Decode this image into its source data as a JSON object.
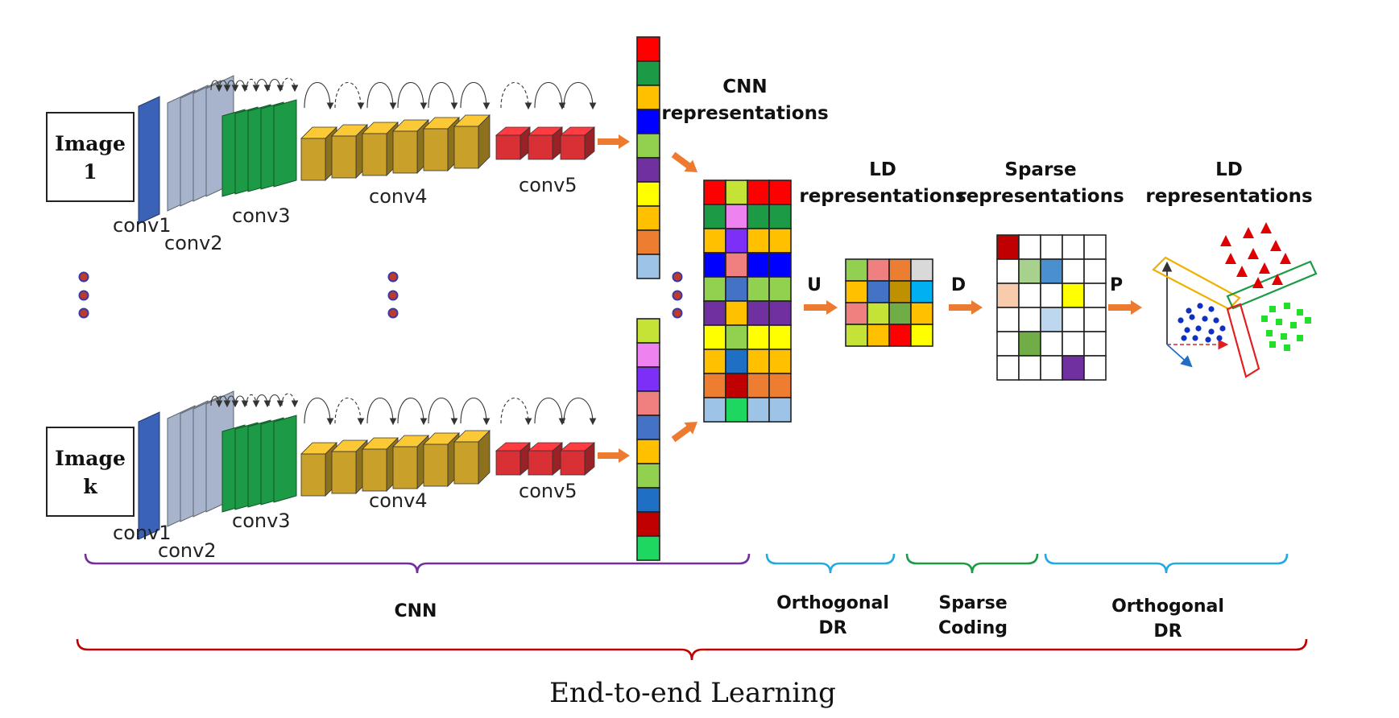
{
  "images": [
    {
      "line1": "Image",
      "line2": "1"
    },
    {
      "line1": "Image",
      "line2": "k"
    }
  ],
  "conv_labels": [
    "conv1",
    "conv2",
    "conv3",
    "conv4",
    "conv5"
  ],
  "cnn_repr": {
    "line1": "CNN",
    "line2": "representations"
  },
  "ld_repr_1": {
    "line1": "LD",
    "line2": "representations"
  },
  "sparse_repr": {
    "line1": "Sparse",
    "line2": "representations"
  },
  "ld_repr_2": {
    "line1": "LD",
    "line2": "representations"
  },
  "ops": {
    "u": "U",
    "d": "D",
    "p": "P"
  },
  "brackets": {
    "cnn": "CNN",
    "orth1": {
      "line1": "Orthogonal",
      "line2": "DR"
    },
    "sparse": {
      "line1": "Sparse",
      "line2": "Coding"
    },
    "orth2": {
      "line1": "Orthogonal",
      "line2": "DR"
    },
    "end_to_end": "End-to-end Learning"
  },
  "colors": {
    "conv1": "#3a63b8",
    "conv2": "#a8b4cc",
    "conv3": "#1d9a45",
    "conv4": "#c9a12a",
    "conv5": "#d93035",
    "arrow": "#ec7a30",
    "bracket_cnn": "#7030a0",
    "bracket_orth": "#26a8e0",
    "bracket_sparse": "#1d9a45",
    "bracket_end": "#c00000"
  },
  "feature_vector_top": [
    "#ff0000",
    "#1d9a45",
    "#ffc000",
    "#0000ff",
    "#92d050",
    "#7030a0",
    "#ffff00",
    "#ffc000",
    "#ed7d31",
    "#9dc3e6"
  ],
  "feature_vector_bottom": [
    "#c5e336",
    "#ee82ee",
    "#7b2ff7",
    "#f08080",
    "#4472c4",
    "#ffc000",
    "#92d050",
    "#1f6fc4",
    "#c00000",
    "#1ed760"
  ],
  "cnn_matrix": [
    [
      "#ff0000",
      "#c5e336",
      "#ff0000",
      "#ff0000"
    ],
    [
      "#1d9a45",
      "#ee82ee",
      "#1d9a45",
      "#1d9a45"
    ],
    [
      "#ffc000",
      "#7b2ff7",
      "#ffc000",
      "#ffc000"
    ],
    [
      "#0000ff",
      "#f08080",
      "#0000ff",
      "#0000ff"
    ],
    [
      "#92d050",
      "#4472c4",
      "#92d050",
      "#92d050"
    ],
    [
      "#7030a0",
      "#ffc000",
      "#7030a0",
      "#7030a0"
    ],
    [
      "#ffff00",
      "#92d050",
      "#ffff00",
      "#ffff00"
    ],
    [
      "#ffc000",
      "#1f6fc4",
      "#ffc000",
      "#ffc000"
    ],
    [
      "#ed7d31",
      "#c00000",
      "#ed7d31",
      "#ed7d31"
    ],
    [
      "#9dc3e6",
      "#1ed760",
      "#9dc3e6",
      "#9dc3e6"
    ]
  ],
  "ld_matrix": [
    [
      "#92d050",
      "#f08080",
      "#ed7d31",
      "#d9d9d9"
    ],
    [
      "#ffc000",
      "#4472c4",
      "#bf9000",
      "#00b0f0"
    ],
    [
      "#f08080",
      "#c5e336",
      "#70ad47",
      "#ffc000"
    ],
    [
      "#c5e336",
      "#ffc000",
      "#ff0000",
      "#ffff00"
    ]
  ],
  "sparse_matrix": [
    [
      "#c00000",
      "#ffffff",
      "#ffffff",
      "#ffffff",
      "#ffffff"
    ],
    [
      "#ffffff",
      "#a9d18e",
      "#4a8fd0",
      "#ffffff",
      "#ffffff"
    ],
    [
      "#f8cbad",
      "#ffffff",
      "#ffffff",
      "#ffff00",
      "#ffffff"
    ],
    [
      "#ffffff",
      "#ffffff",
      "#bdd7ee",
      "#ffffff",
      "#ffffff"
    ],
    [
      "#ffffff",
      "#70ad47",
      "#ffffff",
      "#ffffff",
      "#ffffff"
    ],
    [
      "#ffffff",
      "#ffffff",
      "#ffffff",
      "#7030a0",
      "#ffffff"
    ]
  ]
}
